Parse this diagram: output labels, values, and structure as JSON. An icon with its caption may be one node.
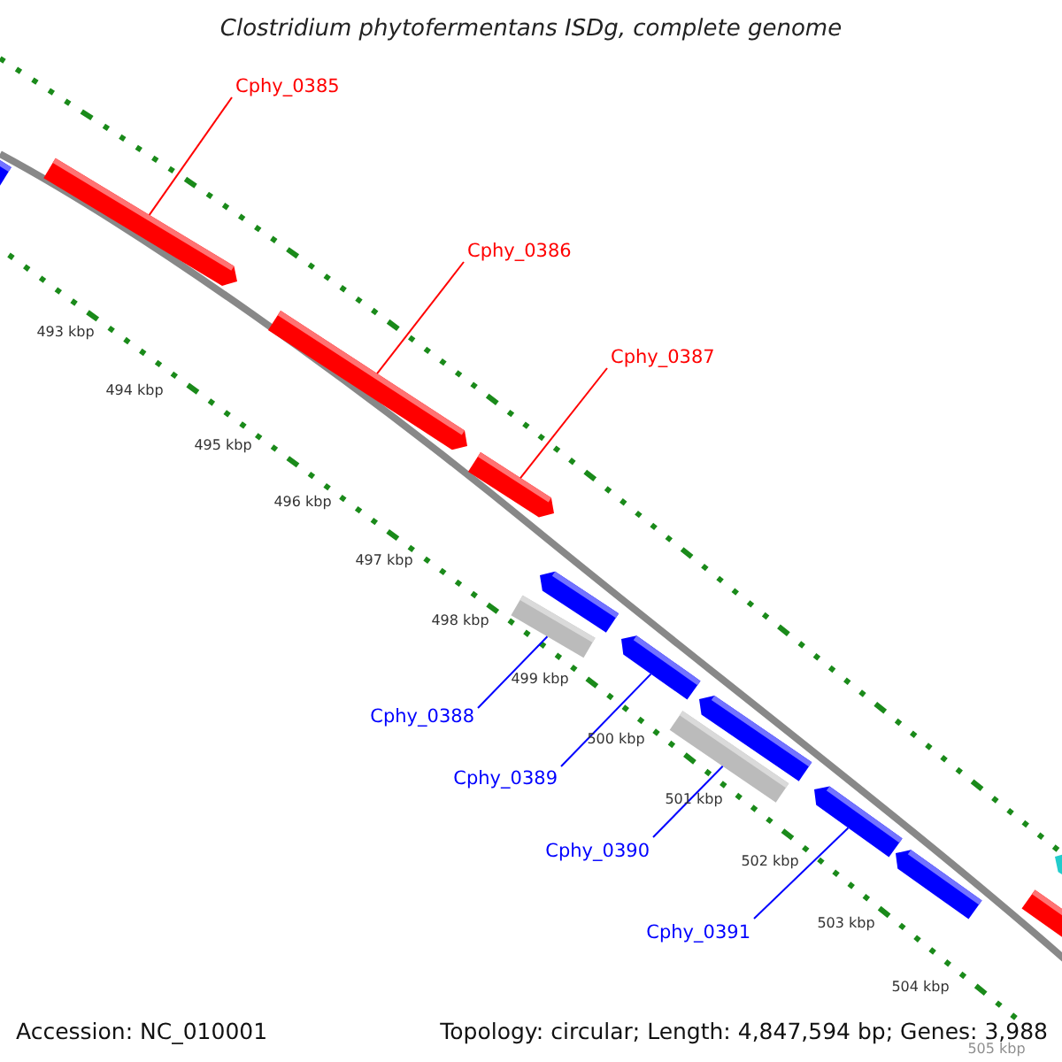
{
  "diagram": {
    "title": "Clostridium phytofermentans ISDg, complete genome",
    "nodes": [
      {
        "text": [],
        "shape": "box"
      },
      {
        "text": [],
        "shape": "box"
      },
      {
        "text": [],
        "shape": "box"
      },
      {
        "text": [],
        "shape": "box"
      },
      {
        "text": [],
        "shape": "box"
      },
      {
        "text": [],
        "shape": "box"
      },
      {
        "text": [],
        "shape": "box"
      },
      {
        "text": [],
        "shape": "box"
      },
      {
        "text": [],
        "shape": "box"
      },
      {
        "text": [],
        "shape": "box"
      },
      {
        "text": [],
        "shape": "box"
      },
      {
        "text": [],
        "shape": "box"
      },
      {
        "text": [],
        "shape": "box"
      },
      {
        "text": [
          "Cphy_0385"
        ]
      },
      {
        "text": [
          "Cphy_0386"
        ]
      },
      {
        "text": [
          "Cphy_0387"
        ]
      },
      {
        "text": [
          "Cphy_0388"
        ]
      },
      {
        "text": [
          "Cphy_0389"
        ]
      },
      {
        "text": [
          "Cphy_0390"
        ]
      },
      {
        "text": [
          "Cphy_0391"
        ]
      }
    ],
    "edges": [
      {
        "from": 13,
        "to": 1,
        "arrow": "none",
        "color": "#ff0000"
      },
      {
        "from": 14,
        "to": 2,
        "arrow": "none",
        "color": "#ff0000"
      },
      {
        "from": 15,
        "to": 3,
        "arrow": "none",
        "color": "#ff0000"
      },
      {
        "from": 16,
        "to": 5,
        "arrow": "none"
      },
      {
        "from": 17,
        "to": 6,
        "arrow": "none"
      },
      {
        "from": 18,
        "to": 8,
        "arrow": "none"
      },
      {
        "from": 19,
        "to": 9,
        "arrow": "none"
      }
    ],
    "labels": [
      "493 kbp",
      "494 kbp",
      "495 kbp",
      "496 kbp",
      "497 kbp",
      "498 kbp",
      "499 kbp",
      "500 kbp",
      "501 kbp",
      "502 kbp",
      "503 kbp",
      "504 kbp",
      "505 kbp",
      "Accession: NC_010001",
      "Topology: circular; Length: 4,847,594 bp; Genes: 3,988"
    ]
  }
}
